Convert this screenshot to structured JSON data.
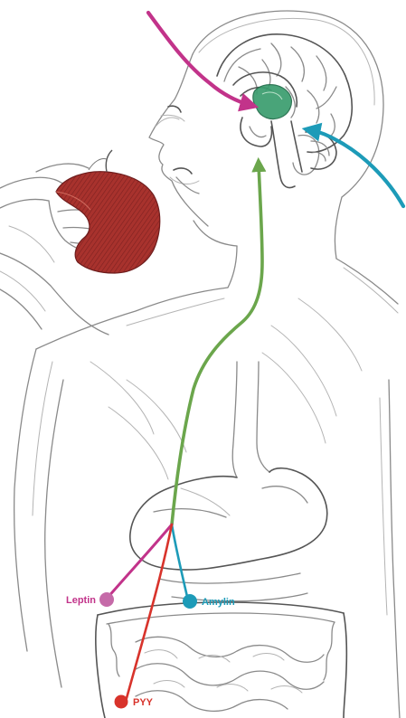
{
  "labels": {
    "leptin": "Leptin",
    "amylin": "Amylin",
    "pyy": "PYY"
  },
  "colors": {
    "leptin": "#c2338a",
    "amylin": "#1d9bb8",
    "pyy": "#d8332b",
    "ghrelin_path": "#6ba64c",
    "hypothalamus": "#3a9d6e",
    "apple": "#a8322d"
  },
  "icons": {
    "apple": "apple-icon",
    "brain": "brain-icon"
  }
}
